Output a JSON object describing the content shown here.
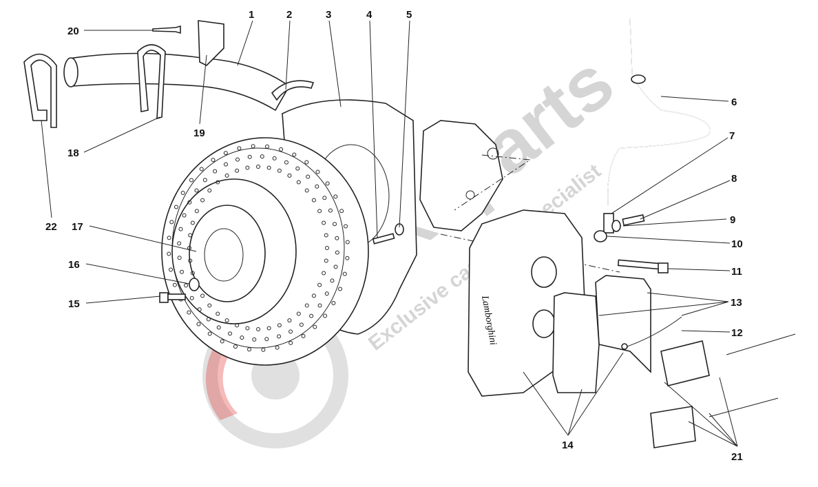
{
  "diagram": {
    "title": "Brake system exploded view",
    "watermark": {
      "brand": "Maxsparts",
      "tagline": "Exclusive car parts specialist"
    },
    "caliper_logo": "Lamborghini",
    "callouts": [
      {
        "id": "1",
        "label": "1"
      },
      {
        "id": "2",
        "label": "2"
      },
      {
        "id": "3",
        "label": "3"
      },
      {
        "id": "4",
        "label": "4"
      },
      {
        "id": "5",
        "label": "5"
      },
      {
        "id": "6",
        "label": "6"
      },
      {
        "id": "7",
        "label": "7"
      },
      {
        "id": "8",
        "label": "8"
      },
      {
        "id": "9",
        "label": "9"
      },
      {
        "id": "10",
        "label": "10"
      },
      {
        "id": "11",
        "label": "11"
      },
      {
        "id": "12",
        "label": "12"
      },
      {
        "id": "13",
        "label": "13"
      },
      {
        "id": "14",
        "label": "14"
      },
      {
        "id": "15",
        "label": "15"
      },
      {
        "id": "16",
        "label": "16"
      },
      {
        "id": "17",
        "label": "17"
      },
      {
        "id": "18",
        "label": "18"
      },
      {
        "id": "19",
        "label": "19"
      },
      {
        "id": "20",
        "label": "20"
      },
      {
        "id": "21",
        "label": "21"
      },
      {
        "id": "22",
        "label": "22"
      }
    ]
  }
}
